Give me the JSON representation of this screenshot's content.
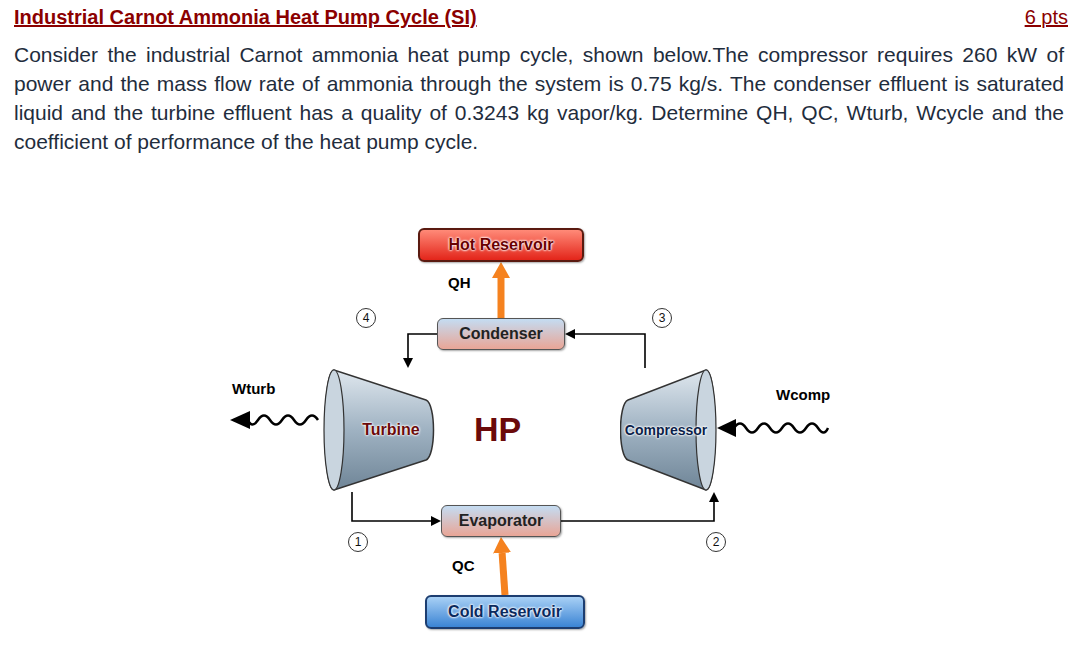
{
  "diagram": {
    "title": "Industrial Carnot Ammonia Heat Pump Cycle (SI)",
    "nodes": [
      {
        "text": [
          "Hot Reservoir"
        ]
      },
      {
        "text": [
          "Condenser"
        ]
      },
      {
        "text": [
          "Turbine"
        ]
      },
      {
        "text": [
          "Compressor"
        ]
      },
      {
        "text": [
          "Evaporator"
        ]
      },
      {
        "text": [
          "Cold Reservoir"
        ]
      }
    ],
    "edges": [
      {
        "from": 1,
        "to": 2,
        "arrow": "to"
      },
      {
        "from": 2,
        "to": 4,
        "arrow": "to"
      },
      {
        "from": 4,
        "to": 3,
        "arrow": "to"
      },
      {
        "from": 3,
        "to": 1,
        "arrow": "to"
      },
      {
        "from": 1,
        "to": 0,
        "label": "QH",
        "arrow": "to"
      },
      {
        "from": 5,
        "to": 4,
        "label": "QC",
        "arrow": "to"
      }
    ],
    "labels": [
      "6 pts",
      "Consider the industrial Carnot ammonia heat pump cycle, shown below.The compressor requires 260 kW of power and the mass flow rate of ammonia through the system is 0.75 kg/s. The condenser effluent is saturated liquid and the turbine effluent has a quality of 0.3243 kg vapor/kg. Determine QH, QC, Wturb, Wcycle and the coefficient of performance of the heat pump cycle.",
      "HP",
      "4",
      "3",
      "1",
      "2",
      "Wturb",
      "Wcomp"
    ]
  }
}
